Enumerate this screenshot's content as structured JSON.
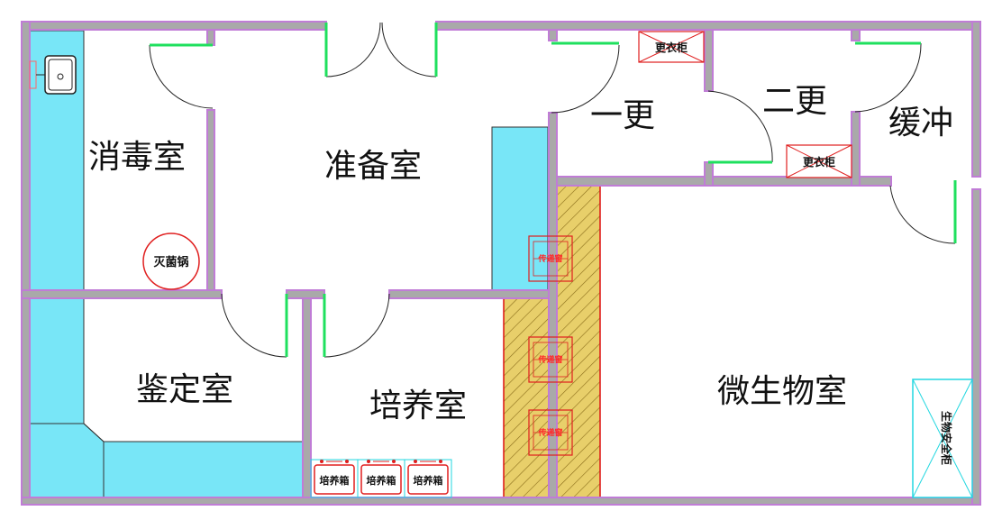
{
  "rooms": {
    "disinfection": "消毒室",
    "preparation": "准备室",
    "changing1": "一更",
    "changing2": "二更",
    "buffer": "缓冲",
    "identification": "鉴定室",
    "culture": "培养室",
    "microbiology": "微生物室"
  },
  "equipment": {
    "autoclave": "灭菌锅",
    "locker_1": "更衣柜",
    "locker_2": "更衣柜",
    "incubators": [
      "培养箱",
      "培养箱",
      "培养箱"
    ],
    "pass_boxes": [
      "传递窗",
      "传递窗",
      "传递窗"
    ],
    "biosafety_cabinet": "生物安全柜"
  },
  "colors": {
    "wall": "#c07cd6",
    "wall_inner": "#a9a9a9",
    "bench": "#78e6f7",
    "hatch": "#e8cf6a",
    "equipment_red": "#e01f1f",
    "door_green": "#1fe05e",
    "cabinet_cyan": "#22d7e0"
  },
  "icons": [
    "sink-icon",
    "door-swing-icon",
    "pass-box-icon",
    "locker-icon",
    "incubator-icon",
    "biosafety-cabinet-icon"
  ]
}
